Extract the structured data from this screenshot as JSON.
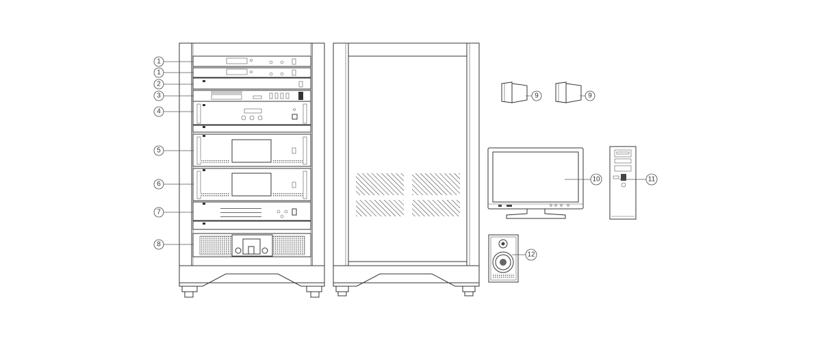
{
  "diagram": {
    "title_visible": false,
    "callouts": [
      {
        "id": "c1a",
        "label": "1"
      },
      {
        "id": "c1b",
        "label": "1"
      },
      {
        "id": "c2",
        "label": "2"
      },
      {
        "id": "c3",
        "label": "3"
      },
      {
        "id": "c4",
        "label": "4"
      },
      {
        "id": "c5",
        "label": "5"
      },
      {
        "id": "c6",
        "label": "6"
      },
      {
        "id": "c7",
        "label": "7"
      },
      {
        "id": "c8",
        "label": "8"
      },
      {
        "id": "c9a",
        "label": "9"
      },
      {
        "id": "c9b",
        "label": "9"
      },
      {
        "id": "c10",
        "label": "10"
      },
      {
        "id": "c11",
        "label": "11"
      },
      {
        "id": "c12",
        "label": "12"
      }
    ],
    "colors": {
      "line": "#333333",
      "background": "#ffffff"
    }
  }
}
